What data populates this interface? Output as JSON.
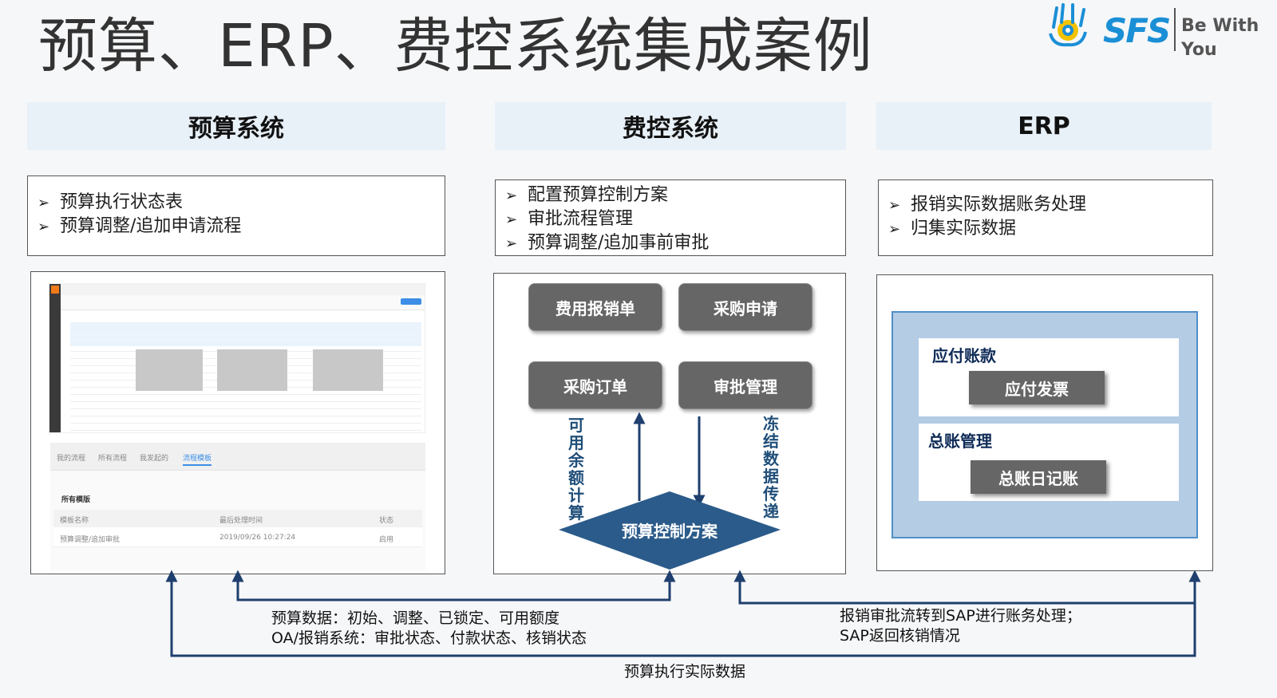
{
  "title": "预算、ERP、费控系统集成案例",
  "logo": {
    "brand": "SFS",
    "slogan_line1": "Be With",
    "slogan_line2": "You",
    "brand_color": "#1b8fd6"
  },
  "columns": {
    "budget": {
      "header": "预算系统",
      "items": [
        "预算执行状态表",
        "预算调整/追加申请流程"
      ],
      "screenshot": {
        "tabs": [
          "我的流程",
          "所有流程",
          "我发起的",
          "流程模板"
        ],
        "active_tab": "流程模板",
        "section_title": "所有模版",
        "table_headers": [
          "模板名称",
          "最后处理时间",
          "状态"
        ],
        "row": [
          "预算调整/追加审批",
          "2019/09/26 10:27:24",
          "启用"
        ]
      }
    },
    "expense": {
      "header": "费控系统",
      "items": [
        "配置预算控制方案",
        "审批流程管理",
        "预算调整/追加事前审批"
      ],
      "buttons": [
        "费用报销单",
        "采购申请",
        "采购订单",
        "审批管理"
      ],
      "left_vertical": "可用余额计算",
      "right_vertical": "冻结数据传递",
      "diamond": "预算控制方案"
    },
    "erp": {
      "header": "ERP",
      "items": [
        "报销实际数据账务处理",
        "归集实际数据"
      ],
      "group1_label": "应付账款",
      "group1_button": "应付发票",
      "group2_label": "总账管理",
      "group2_button": "总账日记账"
    }
  },
  "captions": {
    "left_line1": "预算数据：初始、调整、已锁定、可用额度",
    "left_line2": "OA/报销系统：审批状态、付款状态、核销状态",
    "right_line1": "报销审批流转到SAP进行账务处理；",
    "right_line2": "SAP返回核销情况",
    "bottom": "预算执行实际数据"
  },
  "colors": {
    "arrow": "#1f3f6e",
    "diamond": "#2b5b8a",
    "header_bg": "#e8f0f8"
  }
}
